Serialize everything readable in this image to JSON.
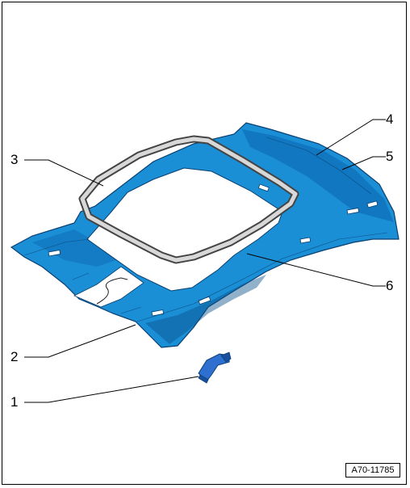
{
  "callouts": [
    {
      "id": "1",
      "label": "1"
    },
    {
      "id": "2",
      "label": "2"
    },
    {
      "id": "3",
      "label": "3"
    },
    {
      "id": "4",
      "label": "4"
    },
    {
      "id": "5",
      "label": "5"
    },
    {
      "id": "6",
      "label": "6"
    }
  ],
  "reference": "A70-11785",
  "colors": {
    "headliner": "#1a8fd6",
    "headliner_shade": "#0f6fb8",
    "headliner_dark": "#0a4f8a",
    "seal": "#d8d8d8",
    "handle": "#2f6fd0"
  }
}
